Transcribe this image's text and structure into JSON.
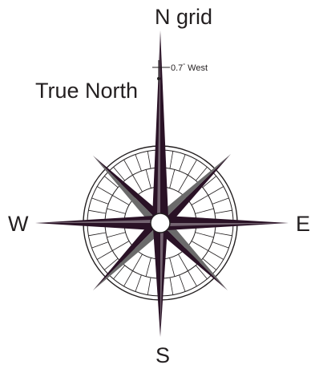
{
  "compass": {
    "north_label": "N grid",
    "south_label": "S",
    "east_label": "E",
    "west_label": "W",
    "true_north_label": "True North",
    "declination_value": "0.7",
    "declination_unit": "°",
    "declination_direction": "West"
  },
  "colors": {
    "ink": "#231f20",
    "dark_point": "#2a1226",
    "shadow": "#6b6b6b"
  }
}
